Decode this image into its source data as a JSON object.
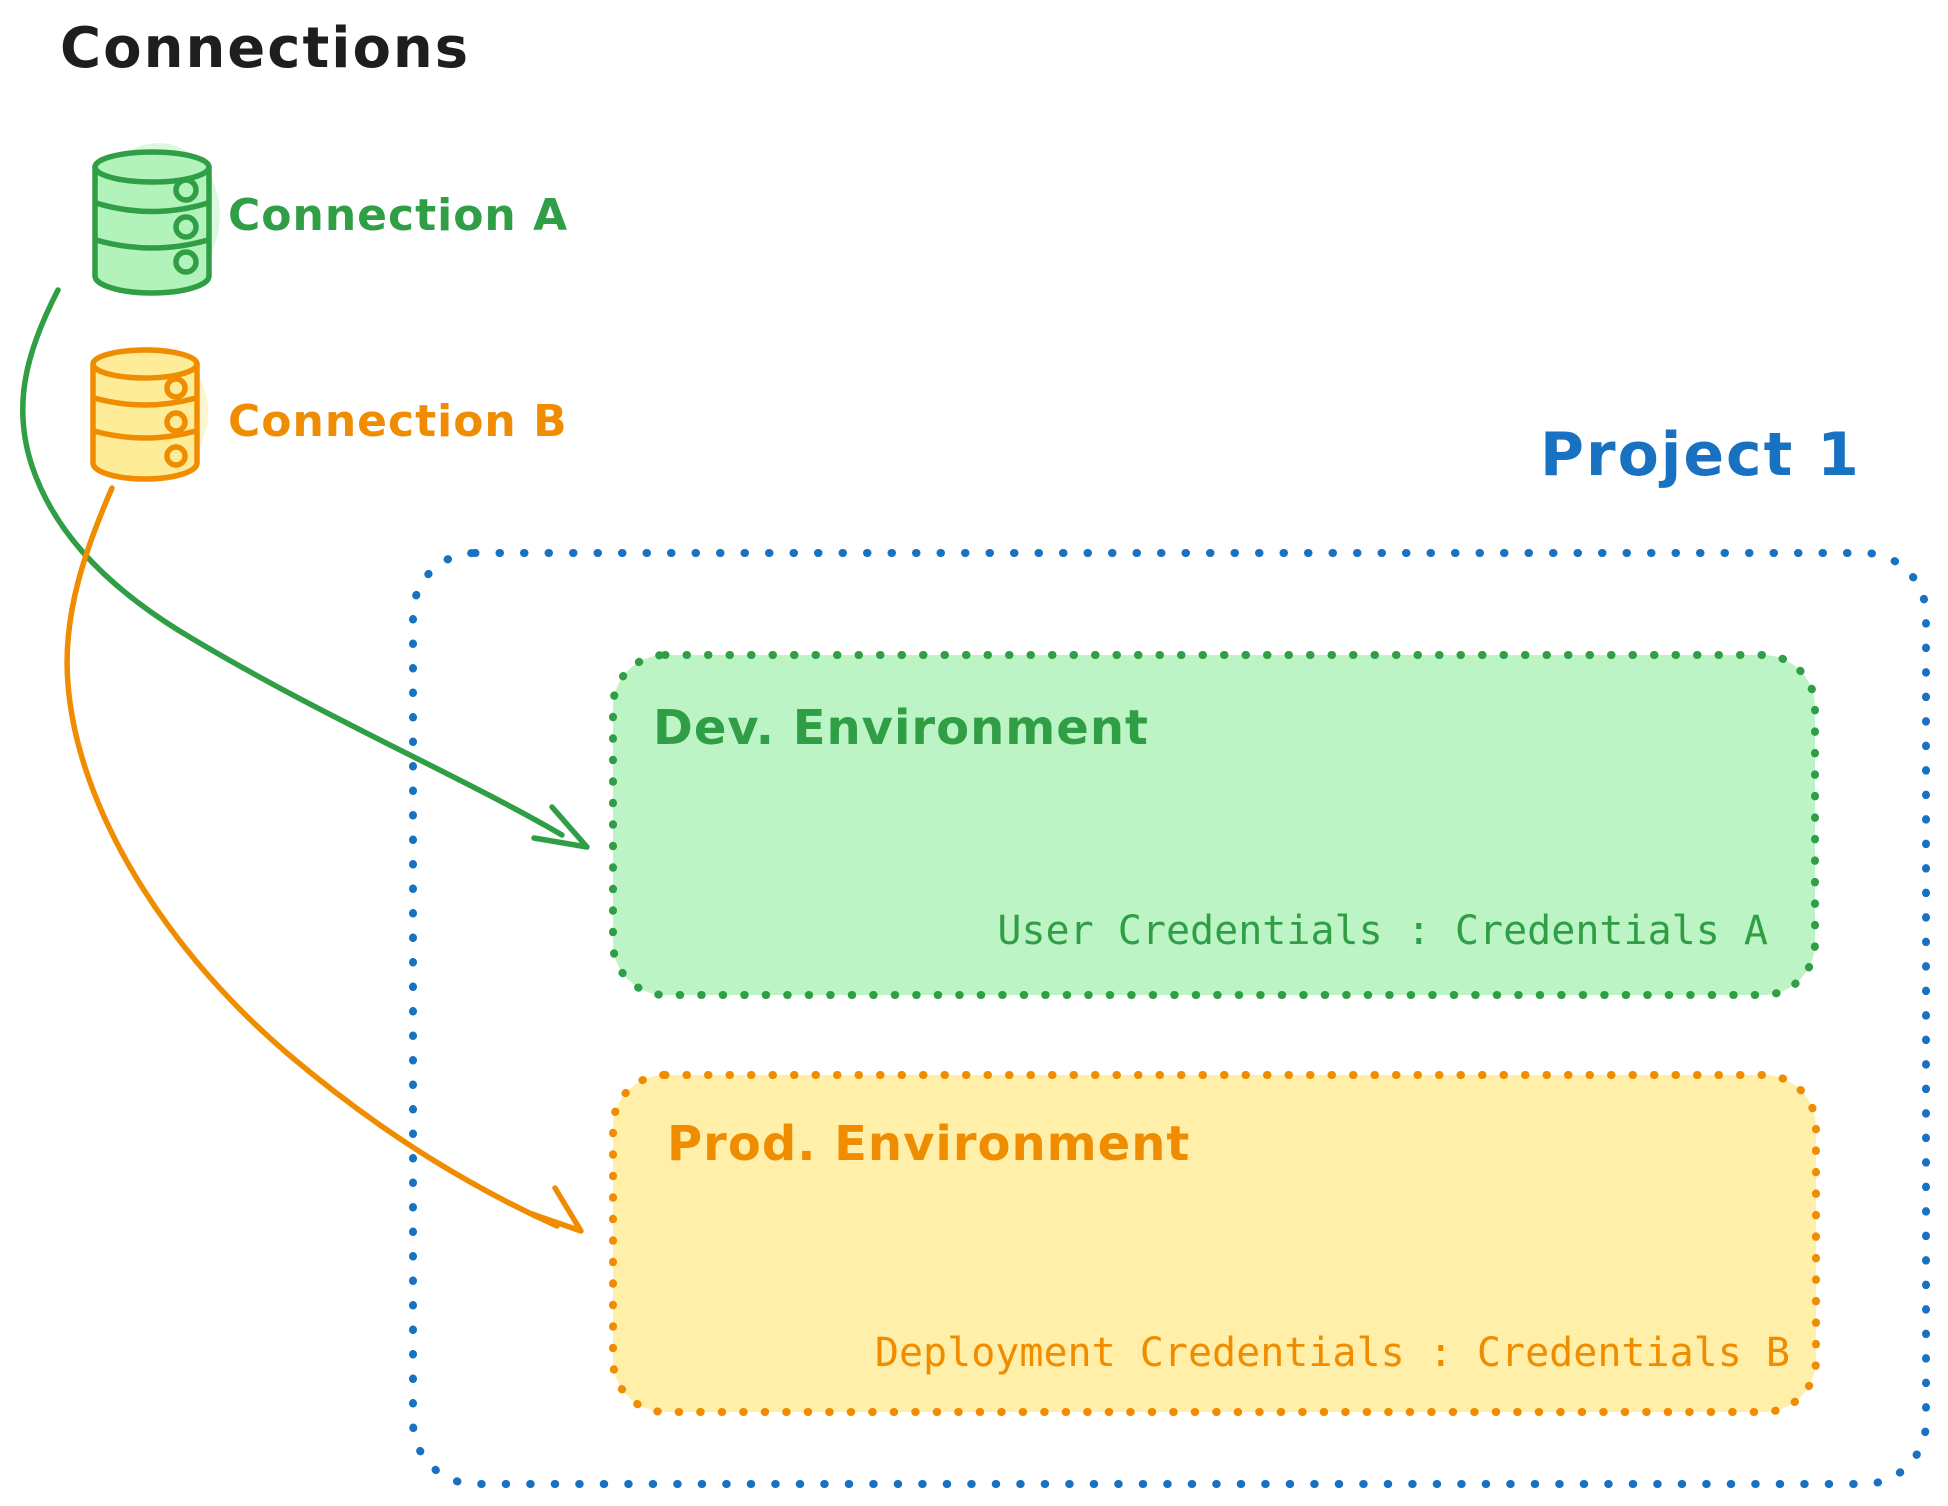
{
  "diagram": {
    "title": "Connections",
    "background": "#ffffff",
    "ink_color": "#1e1e1e",
    "connections": [
      {
        "id": "connection-a",
        "label": "Connection A",
        "icon": "database-icon",
        "color": "#2f9e44",
        "fill": "#b2f2bb"
      },
      {
        "id": "connection-b",
        "label": "Connection B",
        "icon": "database-icon",
        "color": "#f08c00",
        "fill": "#ffec99"
      }
    ],
    "project": {
      "title": "Project 1",
      "color": "#1971c2",
      "border_style": "dotted",
      "environments": [
        {
          "id": "dev",
          "title": "Dev. Environment",
          "credentials_label": "User Credentials : Credentials A",
          "color": "#2f9e44",
          "fill": "#b2f2bb",
          "border_style": "dotted"
        },
        {
          "id": "prod",
          "title": "Prod. Environment",
          "credentials_label": "Deployment Credentials : Credentials B",
          "color": "#f08c00",
          "fill": "#ffec99",
          "border_style": "dotted"
        }
      ]
    },
    "arrows": [
      {
        "from": "Connection A",
        "to": "Dev. Environment",
        "color": "#2f9e44"
      },
      {
        "from": "Connection B",
        "to": "Prod. Environment",
        "color": "#f08c00"
      }
    ]
  }
}
